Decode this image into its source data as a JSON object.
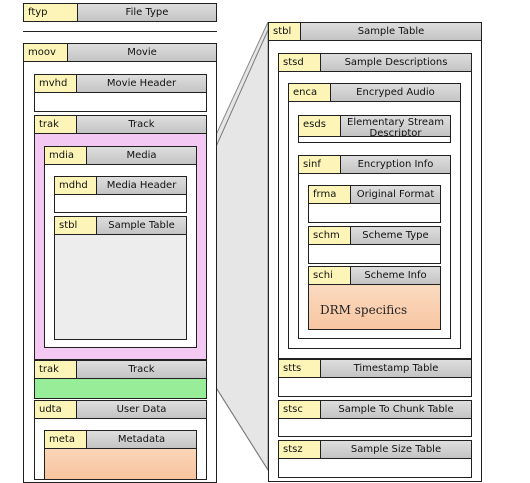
{
  "left": {
    "ftyp": {
      "tag": "ftyp",
      "name": "File Type"
    },
    "moov": {
      "tag": "moov",
      "name": "Movie"
    },
    "mvhd": {
      "tag": "mvhd",
      "name": "Movie Header"
    },
    "trak1": {
      "tag": "trak",
      "name": "Track"
    },
    "mdia": {
      "tag": "mdia",
      "name": "Media"
    },
    "mdhd": {
      "tag": "mdhd",
      "name": "Media Header"
    },
    "stbl": {
      "tag": "stbl",
      "name": "Sample Table"
    },
    "trak2": {
      "tag": "trak",
      "name": "Track"
    },
    "udta": {
      "tag": "udta",
      "name": "User Data"
    },
    "meta": {
      "tag": "meta",
      "name": "Metadata"
    }
  },
  "right": {
    "stbl": {
      "tag": "stbl",
      "name": "Sample Table"
    },
    "stsd": {
      "tag": "stsd",
      "name": "Sample Descriptions"
    },
    "enca": {
      "tag": "enca",
      "name": "Encryped Audio"
    },
    "esds": {
      "tag": "esds",
      "name": "Elementary Stream Descriptor"
    },
    "sinf": {
      "tag": "sinf",
      "name": "Encryption Info"
    },
    "frma": {
      "tag": "frma",
      "name": "Original Format"
    },
    "schm": {
      "tag": "schm",
      "name": "Scheme Type"
    },
    "schi": {
      "tag": "schi",
      "name": "Scheme Info"
    },
    "drm": "DRM specifics",
    "stts": {
      "tag": "stts",
      "name": "Timestamp Table"
    },
    "stsc": {
      "tag": "stsc",
      "name": "Sample To Chunk Table"
    },
    "stsz": {
      "tag": "stsz",
      "name": "Sample Size Table"
    }
  },
  "colors": {
    "tag_fill": "#fdf5b8",
    "name_fill": "#cfcfcf",
    "media_highlight": "#f3c8f3",
    "track_green": "#98ee98",
    "drm_fill": "#fbd5b8",
    "zoom_wedge": "#d0d0d0"
  }
}
